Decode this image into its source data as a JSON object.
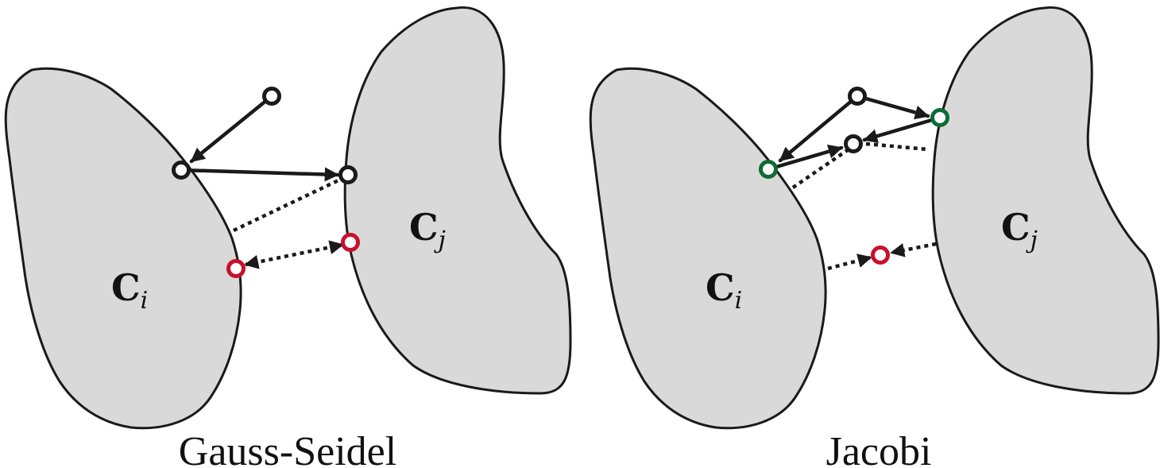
{
  "colors": {
    "blob_fill": "#d9d9d9",
    "outline": "#1a1a1a",
    "point_default": "#1a1a1a",
    "point_projection": "#c8102e",
    "point_intermediate": "#0e6b35"
  },
  "icons": [
    "open-circle-point",
    "arrow-head"
  ],
  "panels": [
    {
      "caption": "Gauss-Seidel",
      "set_i": {
        "base": "C",
        "sub": "i"
      },
      "set_j": {
        "base": "C",
        "sub": "j"
      }
    },
    {
      "caption": "Jacobi",
      "set_i": {
        "base": "C",
        "sub": "i"
      },
      "set_j": {
        "base": "C",
        "sub": "j"
      }
    }
  ]
}
